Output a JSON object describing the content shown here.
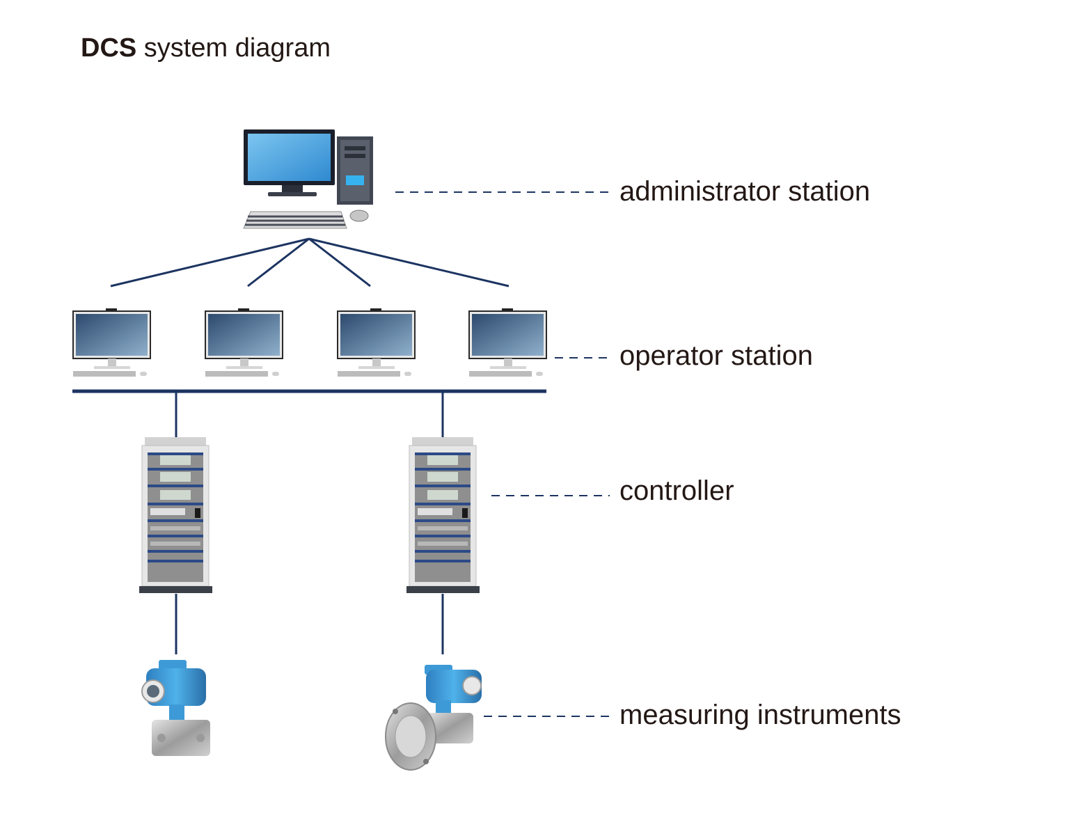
{
  "title": {
    "bold": "DCS",
    "rest": " system diagram"
  },
  "tiers": {
    "administrator": "administrator station",
    "operator": "operator station",
    "controller": "controller",
    "instruments": "measuring instruments"
  },
  "colors": {
    "line": "#1c3461",
    "dash": "#1c3461",
    "text": "#231815",
    "cabinetStripe": "#2c4a86",
    "instrumentBlue": "#3d9ad6"
  }
}
